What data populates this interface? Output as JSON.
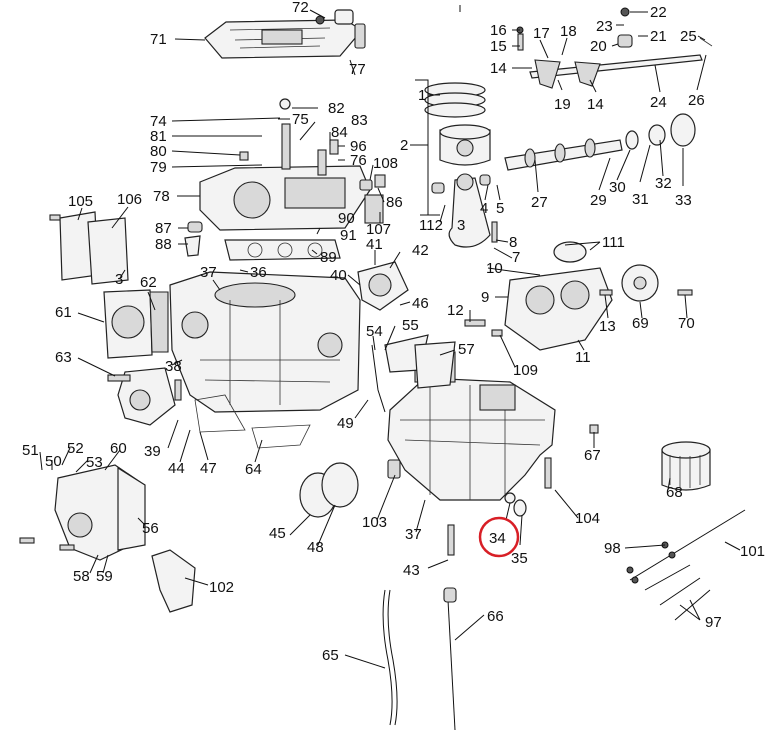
{
  "diagram": {
    "highlight_color": "#d81f26",
    "highlighted_label": "34",
    "callouts": [
      {
        "id": "71",
        "text": "71"
      },
      {
        "id": "77",
        "text": "77"
      },
      {
        "id": "72",
        "text": "72"
      },
      {
        "id": "22",
        "text": "22"
      },
      {
        "id": "16",
        "text": "16"
      },
      {
        "id": "15",
        "text": "15"
      },
      {
        "id": "17",
        "text": "17"
      },
      {
        "id": "18",
        "text": "18"
      },
      {
        "id": "23",
        "text": "23"
      },
      {
        "id": "21",
        "text": "21"
      },
      {
        "id": "20",
        "text": "20"
      },
      {
        "id": "25",
        "text": "25"
      },
      {
        "id": "14a",
        "text": "14"
      },
      {
        "id": "19",
        "text": "19"
      },
      {
        "id": "14b",
        "text": "14"
      },
      {
        "id": "24",
        "text": "24"
      },
      {
        "id": "26",
        "text": "26"
      },
      {
        "id": "1",
        "text": "1"
      },
      {
        "id": "2",
        "text": "2"
      },
      {
        "id": "75",
        "text": "75"
      },
      {
        "id": "82",
        "text": "82"
      },
      {
        "id": "74",
        "text": "74"
      },
      {
        "id": "83",
        "text": "83"
      },
      {
        "id": "81",
        "text": "81"
      },
      {
        "id": "84",
        "text": "84"
      },
      {
        "id": "80",
        "text": "80"
      },
      {
        "id": "96",
        "text": "96"
      },
      {
        "id": "76",
        "text": "76"
      },
      {
        "id": "79",
        "text": "79"
      },
      {
        "id": "108",
        "text": "108"
      },
      {
        "id": "86",
        "text": "86"
      },
      {
        "id": "78",
        "text": "78"
      },
      {
        "id": "27",
        "text": "27"
      },
      {
        "id": "29",
        "text": "29"
      },
      {
        "id": "30",
        "text": "30"
      },
      {
        "id": "31",
        "text": "31"
      },
      {
        "id": "32",
        "text": "32"
      },
      {
        "id": "33",
        "text": "33"
      },
      {
        "id": "4",
        "text": "4"
      },
      {
        "id": "5",
        "text": "5"
      },
      {
        "id": "107",
        "text": "107"
      },
      {
        "id": "112",
        "text": "112"
      },
      {
        "id": "3a",
        "text": "3"
      },
      {
        "id": "8",
        "text": "8"
      },
      {
        "id": "7",
        "text": "7"
      },
      {
        "id": "105",
        "text": "105"
      },
      {
        "id": "106",
        "text": "106"
      },
      {
        "id": "87",
        "text": "87"
      },
      {
        "id": "90",
        "text": "90"
      },
      {
        "id": "91",
        "text": "91"
      },
      {
        "id": "88",
        "text": "88"
      },
      {
        "id": "89",
        "text": "89"
      },
      {
        "id": "111",
        "text": "111"
      },
      {
        "id": "41",
        "text": "41"
      },
      {
        "id": "42",
        "text": "42"
      },
      {
        "id": "10",
        "text": "10"
      },
      {
        "id": "3b",
        "text": "3"
      },
      {
        "id": "37a",
        "text": "37"
      },
      {
        "id": "36",
        "text": "36"
      },
      {
        "id": "62",
        "text": "62"
      },
      {
        "id": "40",
        "text": "40"
      },
      {
        "id": "46",
        "text": "46"
      },
      {
        "id": "9",
        "text": "9"
      },
      {
        "id": "61",
        "text": "61"
      },
      {
        "id": "12",
        "text": "12"
      },
      {
        "id": "13",
        "text": "13"
      },
      {
        "id": "69",
        "text": "69"
      },
      {
        "id": "70",
        "text": "70"
      },
      {
        "id": "55",
        "text": "55"
      },
      {
        "id": "54",
        "text": "54"
      },
      {
        "id": "57",
        "text": "57"
      },
      {
        "id": "11",
        "text": "11"
      },
      {
        "id": "63",
        "text": "63"
      },
      {
        "id": "38",
        "text": "38"
      },
      {
        "id": "109",
        "text": "109"
      },
      {
        "id": "49",
        "text": "49"
      },
      {
        "id": "39",
        "text": "39"
      },
      {
        "id": "44",
        "text": "44"
      },
      {
        "id": "47",
        "text": "47"
      },
      {
        "id": "67",
        "text": "67"
      },
      {
        "id": "51",
        "text": "51"
      },
      {
        "id": "52",
        "text": "52"
      },
      {
        "id": "60",
        "text": "60"
      },
      {
        "id": "50",
        "text": "50"
      },
      {
        "id": "53",
        "text": "53"
      },
      {
        "id": "64",
        "text": "64"
      },
      {
        "id": "68",
        "text": "68"
      },
      {
        "id": "104",
        "text": "104"
      },
      {
        "id": "56",
        "text": "56"
      },
      {
        "id": "45",
        "text": "45"
      },
      {
        "id": "48",
        "text": "48"
      },
      {
        "id": "103",
        "text": "103"
      },
      {
        "id": "37b",
        "text": "37"
      },
      {
        "id": "34",
        "text": "34"
      },
      {
        "id": "35",
        "text": "35"
      },
      {
        "id": "98",
        "text": "98"
      },
      {
        "id": "101",
        "text": "101"
      },
      {
        "id": "58",
        "text": "58"
      },
      {
        "id": "59",
        "text": "59"
      },
      {
        "id": "43",
        "text": "43"
      },
      {
        "id": "102",
        "text": "102"
      },
      {
        "id": "66",
        "text": "66"
      },
      {
        "id": "97",
        "text": "97"
      },
      {
        "id": "65",
        "text": "65"
      }
    ]
  }
}
